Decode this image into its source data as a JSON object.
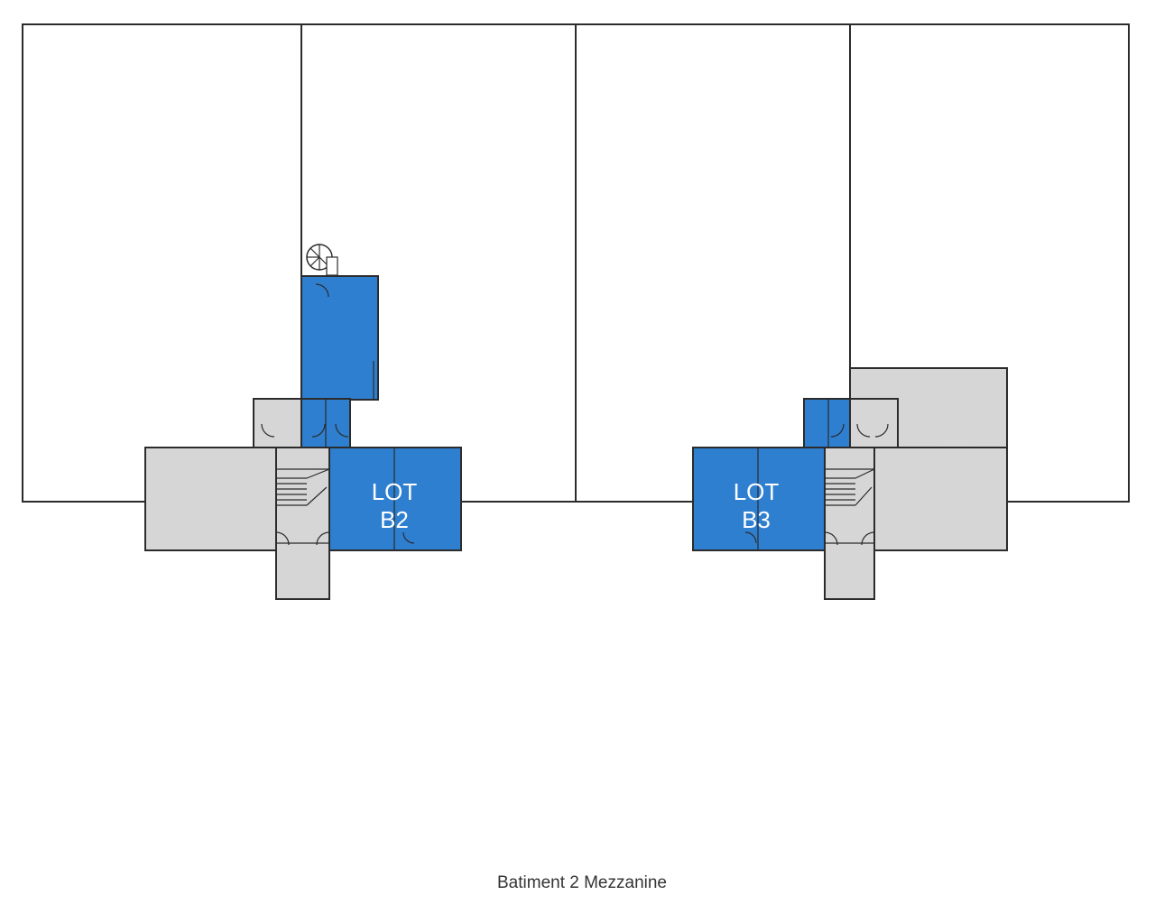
{
  "caption": "Batiment 2 Mezzanine",
  "lots": {
    "b2": {
      "line1": "LOT",
      "line2": "B2"
    },
    "b3": {
      "line1": "LOT",
      "line2": "B3"
    }
  },
  "colors": {
    "lot_fill": "#2f7fd0",
    "common_fill": "#d6d6d6",
    "wall": "#2b2b2b",
    "background": "#ffffff"
  }
}
